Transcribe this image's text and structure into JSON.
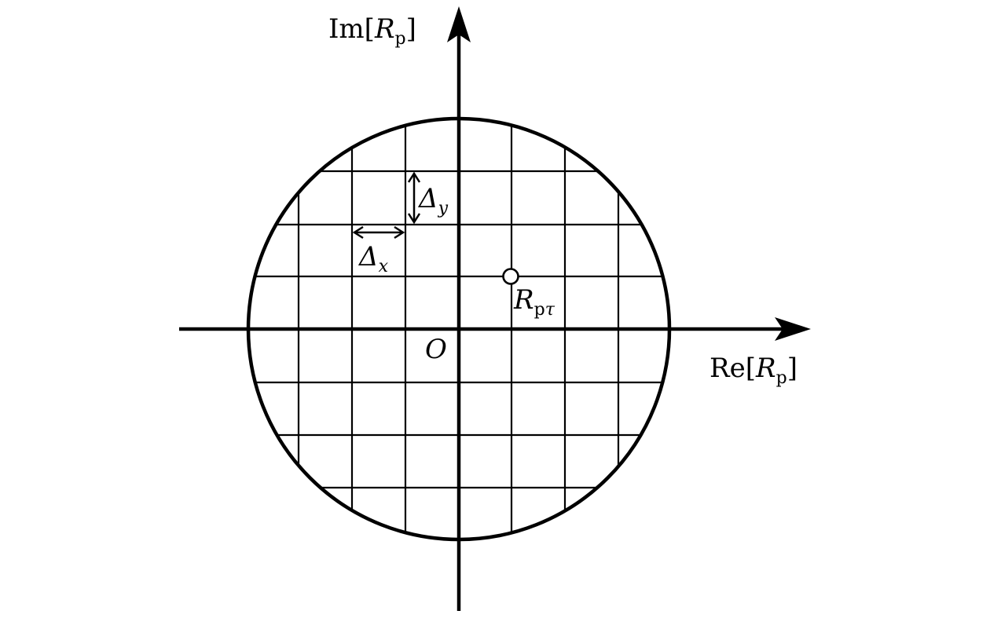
{
  "labels": {
    "im_axis": {
      "pre": "Im[",
      "var": "R",
      "sub": "p",
      "post": "]"
    },
    "re_axis": {
      "pre": "Re[",
      "var": "R",
      "sub": "p",
      "post": "]"
    },
    "origin": "O",
    "delta_x": {
      "var": "Δ",
      "sub": "x"
    },
    "delta_y": {
      "var": "Δ",
      "sub": "y"
    },
    "point": {
      "var": "R",
      "sub": "p",
      "subvar": "τ"
    }
  },
  "colors": {
    "ink": "#000000",
    "background": "#ffffff"
  }
}
